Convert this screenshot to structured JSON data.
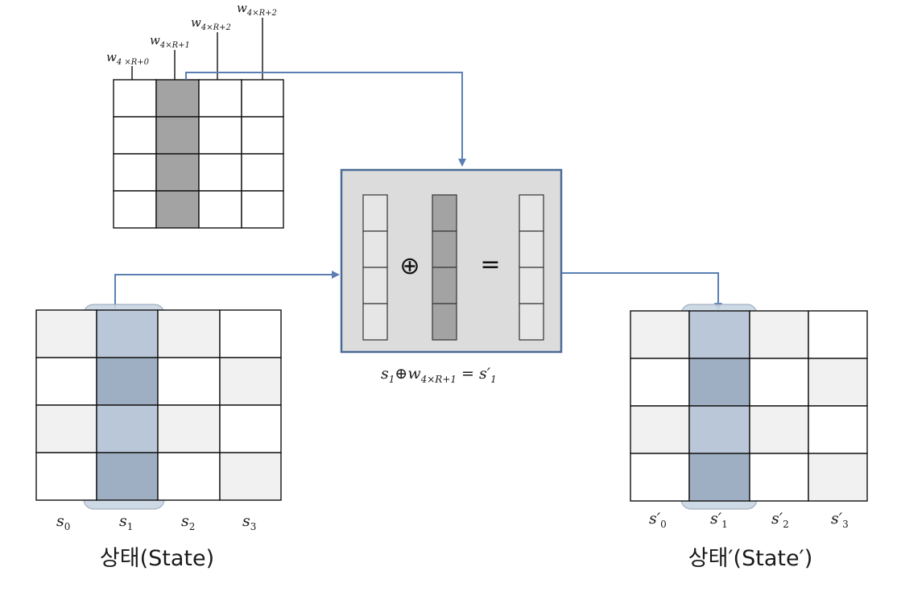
{
  "key_schedule": {
    "labels": [
      {
        "base": "w",
        "sub": "4 ×R+0"
      },
      {
        "base": "w",
        "sub": "4×R+1"
      },
      {
        "base": "w",
        "sub": "4×R+2"
      },
      {
        "base": "w",
        "sub": "4×R+2"
      }
    ],
    "highlight_column": 1
  },
  "operation": {
    "xor_symbol": "⊕",
    "equals_symbol": "=",
    "formula": {
      "s": "s",
      "s_sub": "1",
      "xor": "⊕",
      "w": "w",
      "w_sub": "4×R+1",
      "eq": " = s′",
      "rhs_sub": "1"
    }
  },
  "state": {
    "columns": [
      {
        "base": "s",
        "sub": "0"
      },
      {
        "base": "s",
        "sub": "1"
      },
      {
        "base": "s",
        "sub": "2"
      },
      {
        "base": "s",
        "sub": "3"
      }
    ],
    "caption": "상태(State)",
    "highlight_column": 1
  },
  "state_prime": {
    "columns": [
      {
        "base": "s′",
        "sub": "0"
      },
      {
        "base": "s′",
        "sub": "1"
      },
      {
        "base": "s′",
        "sub": "2"
      },
      {
        "base": "s′",
        "sub": "3"
      }
    ],
    "caption": "상태′(State′)",
    "highlight_column": 1
  },
  "colors": {
    "arrow": "#5b7fb3",
    "box_border": "#4a6a96",
    "box_fill": "#dcdcdc",
    "key_column": "#a3a3a3",
    "state_highlight": "#b9c7d9",
    "state_highlight_dark": "#9fafc3",
    "cell_light": "#f1f1f1"
  }
}
